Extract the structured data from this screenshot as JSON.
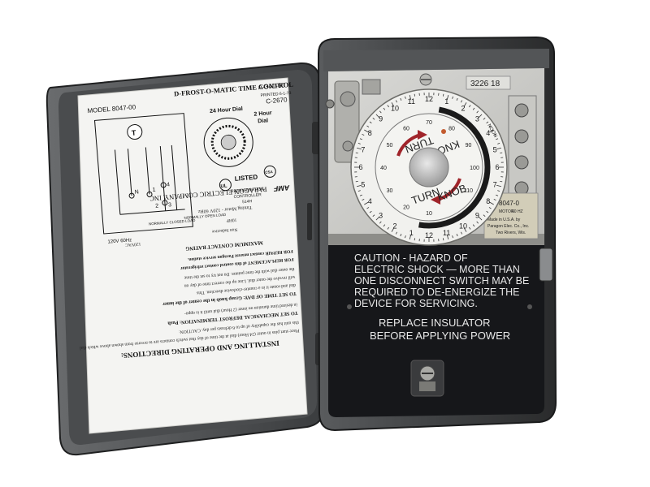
{
  "door_label": {
    "title": "D-FROST-O-MATIC TIME CONTROL",
    "tm": "TM",
    "part_number": "A-341-00",
    "printed": "PRINTED 6-1-73",
    "code": "C-2670",
    "model": "MODEL 8047-00",
    "dial_24": "24 Hour Dial",
    "dial_2": "2 Hour",
    "dial_2b": "Dial",
    "listed": "LISTED",
    "ul": "UL",
    "csa": "CSA",
    "refrigeration_1": "REFRIGERATION",
    "refrigeration_2": "CONTROLLER",
    "refrigeration_3": "514H",
    "voltage": "120V 60Hz",
    "normally_closed": "NORMALLY CLOSED LOAD",
    "normally_open": "NORMALLY OPEN LOAD",
    "terminal_t": "T",
    "terminal_n": "N",
    "terminal_1": "1",
    "terminal_2": "2",
    "terminal_3": "3",
    "terminal_4": "4",
    "section_title": "INSTALLING AND OPERATING DIRECTIONS:",
    "para_1": "Place start pins in outer (24 Hour) dial at the time of day that switch contacts are to reverse from shown above which dial",
    "para_2": "this unit has the capability of up to 6 defrosts per day. CAUTION:",
    "para_3": "TO SET MECHANICAL DEFROST TERMINATION: Push",
    "para_4": "in desired time duration on inner (2 Hour) dial until it is oppo-",
    "para_5": "TO SET TIME OF DAY: Grasp knob in the center of the inner",
    "para_6": "dial and rotate it in a counter-clockwise direction. This",
    "para_7": "will revolve the outer dial. Line up the correct time of day on",
    "para_8": "the outer dial with the time pointer. Do not try to set the time",
    "para_9": "FOR REPLACEMENT of this control contact refrigerator",
    "para_10": "FOR REPAIR contact nearest Paragon service station.",
    "rating_title": "MAXIMUM CONTACT RATING",
    "rating_1": "120VAC",
    "rating_2": "Non Inductive",
    "rating_3": "10HP",
    "timing_motor": "Timing Motor - 120V 60Hz",
    "company": "PARAGON ELECTRIC COMPANY, INC.",
    "brand": "AMF"
  },
  "dial": {
    "turn": "TURN",
    "knob": "KNOB",
    "outer_numbers": [
      "12",
      "1",
      "2",
      "3",
      "4",
      "5",
      "6",
      "7",
      "8",
      "9",
      "10",
      "11",
      "12",
      "1",
      "2",
      "3",
      "4",
      "5",
      "6",
      "7",
      "8",
      "9",
      "10",
      "11"
    ],
    "inner_numbers": [
      "10",
      "20",
      "30",
      "40",
      "50",
      "60",
      "70",
      "80",
      "90",
      "100",
      "110"
    ],
    "noon": "NOON"
  },
  "panel": {
    "serial": "3226 18",
    "caution_1": "CAUTION - HAZARD OF",
    "caution_2": "ELECTRIC SHOCK — MORE THAN",
    "caution_3": "ONE DISCONNECT SWITCH MAY BE",
    "caution_4": "REQUIRED TO DE-ENERGIZE THE",
    "caution_5": "DEVICE FOR SERVICING.",
    "replace_1": "REPLACE INSULATOR",
    "replace_2": "BEFORE APPLYING POWER",
    "side_model": "8047-0",
    "side_motor": "MOTOR",
    "side_hz": "60 HZ",
    "side_made": "Made in U.S.A. by",
    "side_company": "Paragon Elec. Co., Inc.",
    "side_city": "Two Rivers, Wis."
  },
  "colors": {
    "case": "#3d3f41",
    "case_dark": "#1c1d1e",
    "label": "#f4f4f2",
    "dial_face": "#f1f1ee",
    "arrow": "#a0242a"
  }
}
